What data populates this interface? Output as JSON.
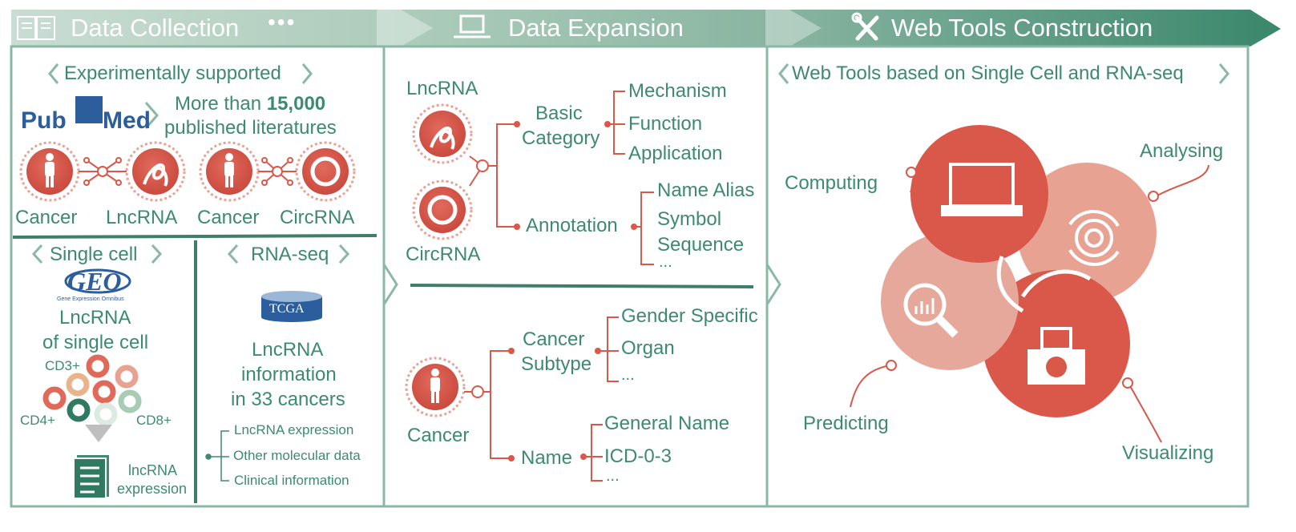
{
  "header": {
    "collection": "Data Collection",
    "collection_dots": "•••",
    "expansion": "Data Expansion",
    "web_tools": "Web Tools Construction"
  },
  "collection": {
    "experimentally": "Experimentally supported",
    "pubmed_logo": "PubMed",
    "more_than": "More than ",
    "count": "15,000",
    "published": "published literatures",
    "pairs": [
      "Cancer",
      "LncRNA",
      "Cancer",
      "CircRNA"
    ],
    "single_cell": "Single cell",
    "geo_logo": "GEO",
    "geo_caption": "Gene Expression Omnibus",
    "lnc_single_1": "LncRNA",
    "lnc_single_2": "of single cell",
    "cd3": "CD3+",
    "cd4": "CD4+",
    "cd8": "CD8+",
    "lnc_expr_1": "lncRNA",
    "lnc_expr_2": "expression",
    "rnaseq": "RNA-seq",
    "tcga_logo": "TCGA",
    "lnc_info_1": "LncRNA",
    "lnc_info_2": "information",
    "lnc_info_3": "in 33 cancers",
    "rnaseq_items": [
      "LncRNA expression",
      "Other molecular data",
      "Clinical information"
    ]
  },
  "expansion": {
    "lncrna": "LncRNA",
    "circrna": "CircRNA",
    "basic_1": "Basic",
    "basic_2": "Category",
    "basic_items": [
      "Mechanism",
      "Function",
      "Application"
    ],
    "annotation": "Annotation",
    "annotation_items": [
      "Name Alias",
      "Symbol",
      "Sequence",
      "..."
    ],
    "cancer": "Cancer",
    "subtype_1": "Cancer",
    "subtype_2": "Subtype",
    "subtype_items": [
      "Gender Specific",
      "Organ",
      "..."
    ],
    "name": "Name",
    "name_items": [
      "General Name",
      "ICD-0-3",
      "..."
    ]
  },
  "webtools": {
    "subtitle": "Web Tools based on Single Cell and RNA-seq",
    "computing": "Computing",
    "analysing": "Analysing",
    "predicting": "Predicting",
    "visualizing": "Visualizing"
  },
  "colors": {
    "teal": "#3d8a70",
    "red": "#d9584a",
    "pink": "#e7a292",
    "header_light": "#bdd5c7",
    "header_dark": "#3f8c70"
  }
}
